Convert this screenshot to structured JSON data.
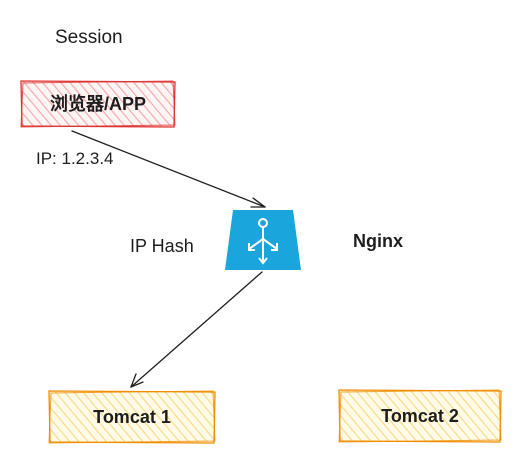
{
  "title": "Session",
  "client": {
    "label": "浏览器/APP",
    "fill": "#ffc9c9",
    "stroke": "#e03131"
  },
  "client_ip": "IP: 1.2.3.4",
  "load_balancer": {
    "name": "Nginx",
    "strategy": "IP Hash",
    "icon": "load-balancer-icon",
    "color": "#1aa5dc"
  },
  "servers": [
    {
      "label": "Tomcat 1"
    },
    {
      "label": "Tomcat 2"
    }
  ],
  "server_style": {
    "fill": "#ffec99",
    "stroke": "#f08c00"
  }
}
